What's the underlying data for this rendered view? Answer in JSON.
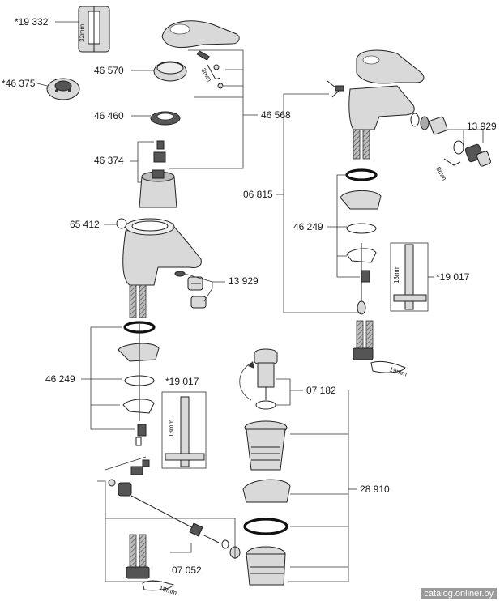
{
  "labels": {
    "p19332": "*19 332",
    "p46375": "*46 375",
    "p46570": "46 570",
    "p46460": "46 460",
    "p46374": "46 374",
    "p46568": "46 568",
    "p65412": "65 412",
    "p13929a": "13 929",
    "p46249a": "46 249",
    "p19017a": "*19 017",
    "p07182": "07 182",
    "p28910": "28 910",
    "p07052": "07 052",
    "p06815": "06 815",
    "p13929b": "13 929",
    "p46249b": "46 249",
    "p19017b": "*19 017"
  },
  "dims": {
    "d32": "32mm",
    "d3": "3mm",
    "d8": "8mm",
    "d13a": "13mm",
    "d13b": "13mm",
    "d19a": "19mm",
    "d19b": "19mm"
  },
  "watermark": "catalog.onliner.by"
}
